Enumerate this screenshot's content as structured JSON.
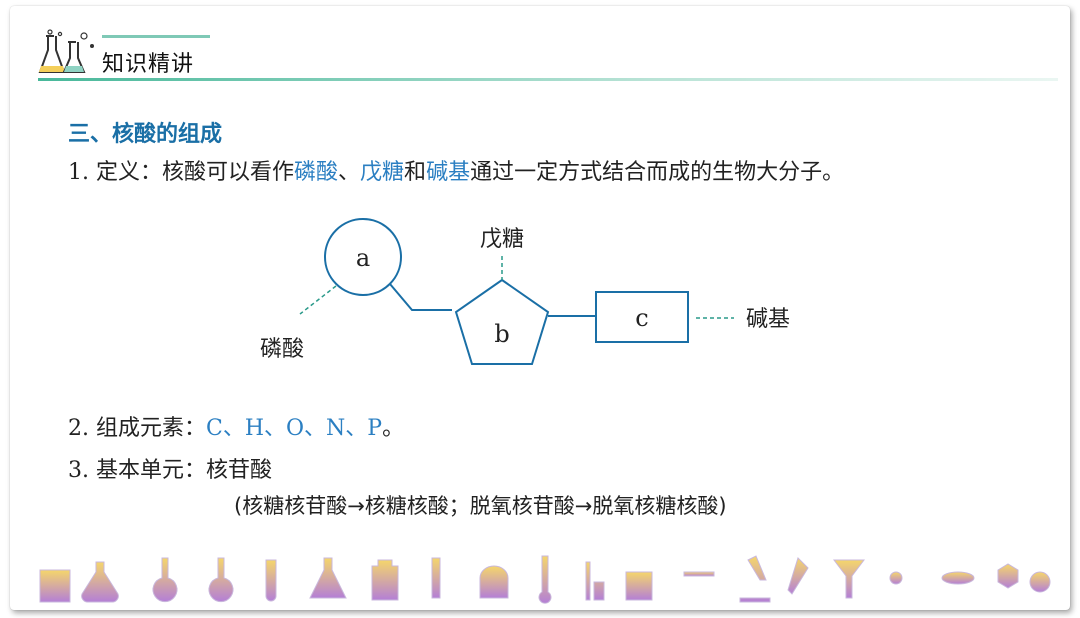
{
  "header": {
    "title": "知识精讲",
    "logo_icon": "lab-flasks-icon"
  },
  "section": {
    "title": "三、核酸的组成"
  },
  "definition": {
    "number": "1.",
    "prefix": " 定义：核酸可以看作",
    "term1": "磷酸",
    "sep1": "、",
    "term2": "戊糖",
    "sep2": "和",
    "term3": "碱基",
    "suffix": "通过一定方式结合而成的生物大分子。"
  },
  "diagram": {
    "node_a": "a",
    "node_b": "b",
    "node_c": "c",
    "label_phosphate": "磷酸",
    "label_pentose": "戊糖",
    "label_base": "碱基"
  },
  "elements": {
    "number": "2.",
    "label": " 组成元素：",
    "value": "C、H、O、N、P",
    "end": "。"
  },
  "unit": {
    "number": "3.",
    "label": " 基本单元：核苷酸"
  },
  "note": {
    "text": "(核糖核苷酸→核糖核酸；脱氧核苷酸→脱氧核糖核酸)"
  },
  "colors": {
    "accent_blue": "#2b7fc2",
    "title_blue": "#1a6fa6",
    "header_green": "#48b89a",
    "deco_purple": "#b47fd6",
    "deco_yellow": "#f5d66b"
  },
  "decoration": {
    "icon": "lab-equipment-row-icon"
  }
}
